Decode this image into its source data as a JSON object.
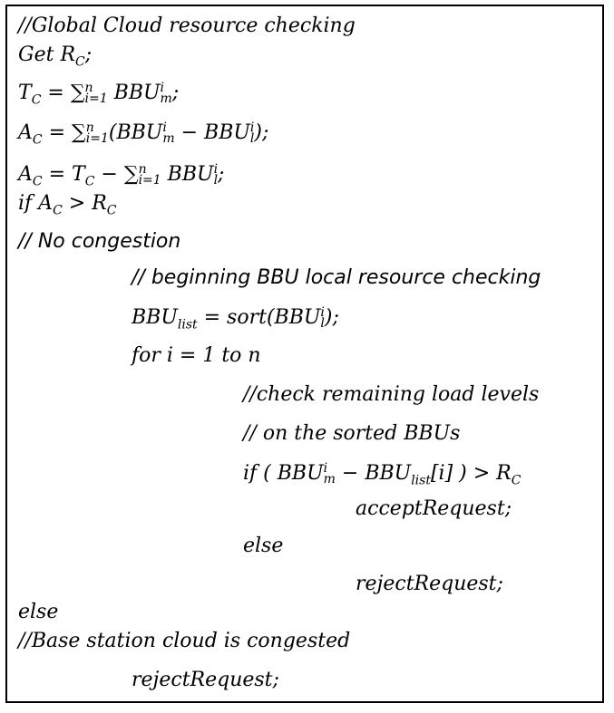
{
  "lines": {
    "l1": "//Global Cloud resource checking",
    "l2_kw": "Get",
    "l2_var": "R",
    "l2_sub": "C",
    "l2_end": ";",
    "l3_lhs": "T",
    "l3_lhs_sub": "C",
    "l3_eq": " = ",
    "l3_sum": "∑",
    "l3_lim_top": "n",
    "l3_lim_bot": "i=1",
    "l3_body": " BBU",
    "l3_sup": "i",
    "l3_sub": "m",
    "l3_end": ";",
    "l4_lhs": "A",
    "l4_lhs_sub": "C",
    "l4_eq": " = ",
    "l4_sum": "∑",
    "l4_lim_top": "n",
    "l4_lim_bot": "i=1",
    "l4_open": "(BBU",
    "l4_sup1": "i",
    "l4_sub1": "m",
    "l4_minus": " − BBU",
    "l4_sup2": "i",
    "l4_sub2": "l",
    "l4_end": ");",
    "l5_lhs": "A",
    "l5_lhs_sub": "C",
    "l5_eq": " = T",
    "l5_tc_sub": "C",
    "l5_minus": " − ",
    "l5_sum": "∑",
    "l5_lim_top": "n",
    "l5_lim_bot": "i=1",
    "l5_body": " BBU",
    "l5_sup": "i",
    "l5_sub": "l",
    "l5_end": ";",
    "l6_kw": "if A",
    "l6_sub": "C",
    "l6_gt": " > R",
    "l6_sub2": "C",
    "l7": "// No congestion",
    "l8": "// beginning BBU local resource checking",
    "l9_lhs": "BBU",
    "l9_lhs_sub": "list",
    "l9_eq": " = sort(BBU",
    "l9_sup": "i",
    "l9_sub": "l",
    "l9_end": ");",
    "l10": "for i = 1 to n",
    "l11": "//check remaining load levels",
    "l12": "// on the sorted BBUs",
    "l13_kw": "if ( BBU",
    "l13_sup": "i",
    "l13_sub": "m",
    "l13_minus": " − BBU",
    "l13_sub2": "list",
    "l13_idx": "[i] ) > R",
    "l13_sub3": "C",
    "l14": "acceptRequest;",
    "l15": "else",
    "l16": "rejectRequest;",
    "l17": "else",
    "l18": "//Base station cloud is congested",
    "l19": "rejectRequest;"
  }
}
